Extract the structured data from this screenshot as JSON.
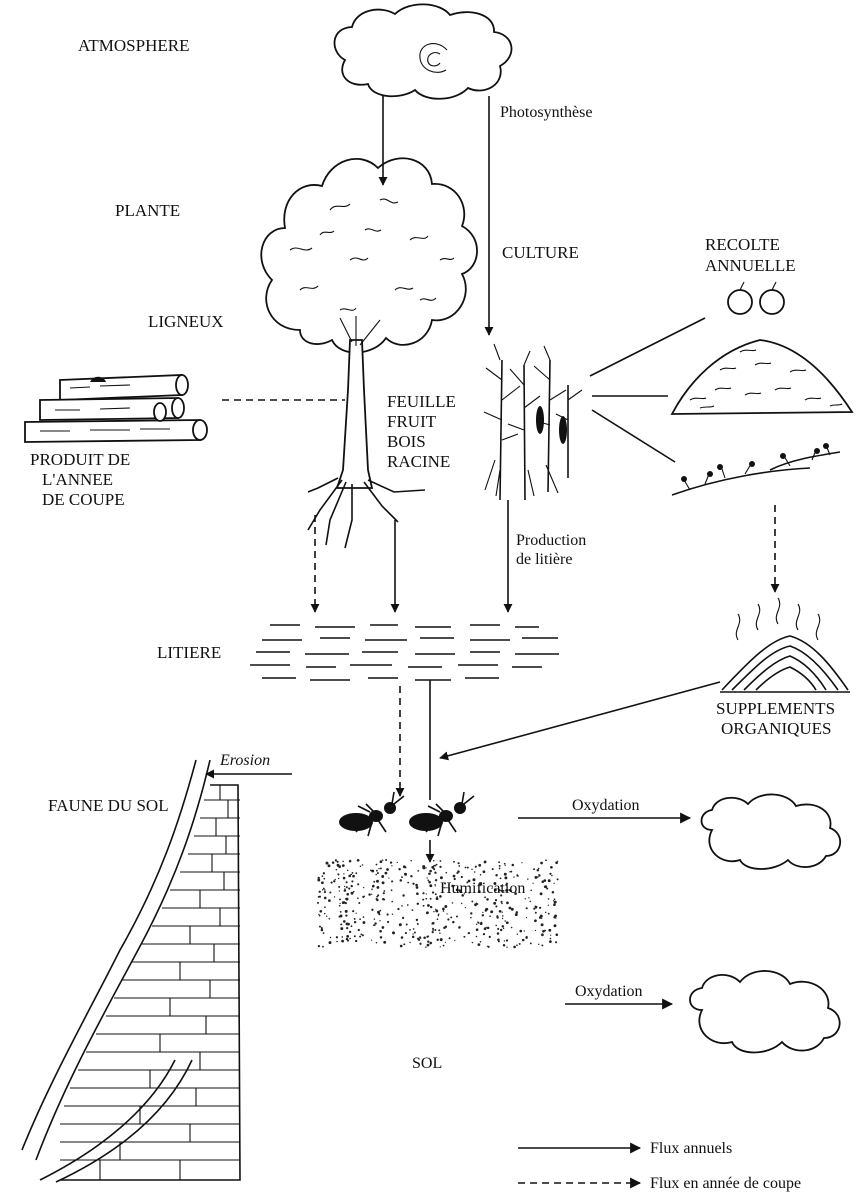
{
  "labels": {
    "atmosphere": "ATMOSPHERE",
    "plante": "PLANTE",
    "ligneux": "LIGNEUX",
    "culture": "CULTURE",
    "photosynthese": "Photosynthèse",
    "recolte_line1": "RECOLTE",
    "recolte_line2": "ANNUELLE",
    "produit_line1": "PRODUIT DE",
    "produit_line2": "L'ANNEE",
    "produit_line3": "DE COUPE",
    "feuille": "FEUILLE",
    "fruit": "FRUIT",
    "bois": "BOIS",
    "racine": "RACINE",
    "production_line1": "Production",
    "production_line2": "de litière",
    "litiere": "LITIERE",
    "supplements_line1": "SUPPLEMENTS",
    "supplements_line2": "ORGANIQUES",
    "faune": "FAUNE DU SOL",
    "oxydation1": "Oxydation",
    "humification": "Humification",
    "erosion": "Erosion",
    "oxydation2": "Oxydation",
    "sol": "SOL"
  },
  "legend": {
    "annual": "Flux annuels",
    "cutting_year": "Flux en année de coupe"
  }
}
